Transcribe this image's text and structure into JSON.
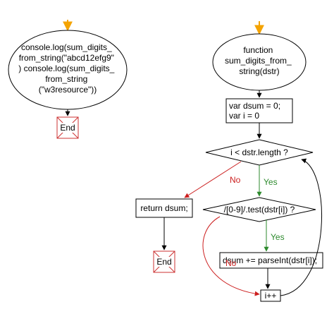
{
  "left_flow": {
    "start_node": [
      "console.log(sum_digits_",
      "from_string(\"abcd12efg9\"",
      ") console.log(sum_digits_",
      "from_string",
      "(\"w3resource\"))"
    ],
    "end_node": "End"
  },
  "right_flow": {
    "function_node": [
      "function",
      "sum_digits_from_",
      "string(dstr)"
    ],
    "init_node": [
      "var dsum = 0;",
      "var i = 0"
    ],
    "loop_condition": "i < dstr.length ?",
    "return_node": "return dsum;",
    "end_node": "End",
    "digit_condition": "/[0-9]/.test(dstr[i]) ?",
    "sum_node": "dsum += parseInt(dstr[i]);",
    "increment_node": "i++"
  },
  "edge_labels": {
    "loop_no": "No",
    "loop_yes": "Yes",
    "digit_yes": "Yes",
    "digit_no": "No"
  },
  "colors": {
    "start_arrow": "#f4a300",
    "yes": "#2d8a2d",
    "no": "#cc1f1f",
    "end_border": "#cc3333",
    "stroke": "#000000"
  }
}
